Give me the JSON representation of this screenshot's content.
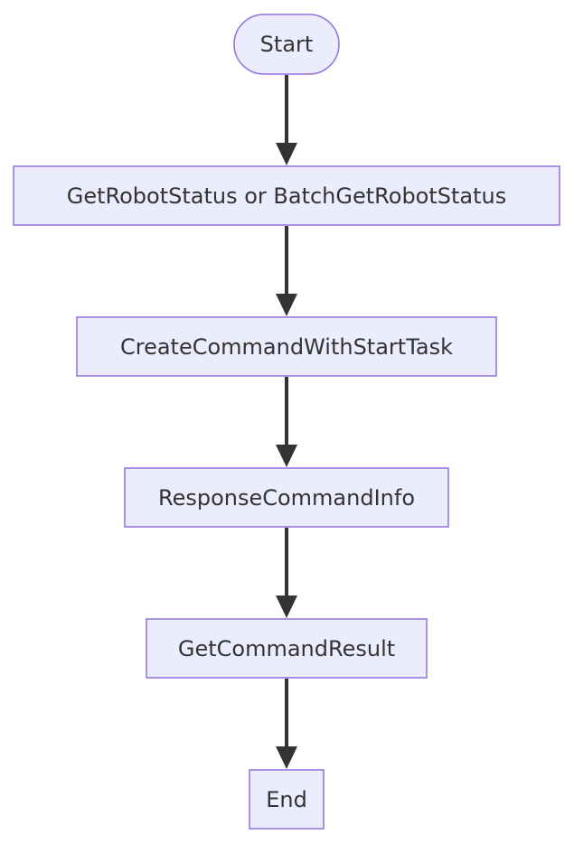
{
  "flowchart": {
    "nodes": [
      {
        "id": "start",
        "label": "Start",
        "shape": "stadium"
      },
      {
        "id": "get-robot-status",
        "label": "GetRobotStatus or BatchGetRobotStatus",
        "shape": "rect"
      },
      {
        "id": "create-command",
        "label": "CreateCommandWithStartTask",
        "shape": "rect"
      },
      {
        "id": "response-command-info",
        "label": "ResponseCommandInfo",
        "shape": "rect"
      },
      {
        "id": "get-command-result",
        "label": "GetCommandResult",
        "shape": "rect"
      },
      {
        "id": "end",
        "label": "End",
        "shape": "rect"
      }
    ],
    "edges": [
      {
        "from": "start",
        "to": "get-robot-status"
      },
      {
        "from": "get-robot-status",
        "to": "create-command"
      },
      {
        "from": "create-command",
        "to": "response-command-info"
      },
      {
        "from": "response-command-info",
        "to": "get-command-result"
      },
      {
        "from": "get-command-result",
        "to": "end"
      }
    ],
    "colors": {
      "node_fill": "#ECECFF",
      "node_stroke": "#9370DB",
      "text": "#333333",
      "edge": "#333333"
    }
  }
}
